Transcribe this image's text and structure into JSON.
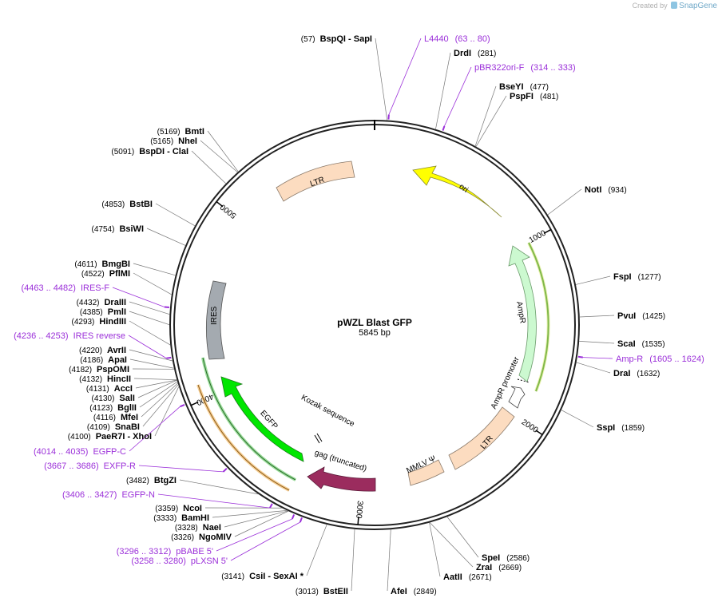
{
  "credit": {
    "prefix": "Created by",
    "brand": "SnapGene"
  },
  "plasmid": {
    "name": "pWZL Blast GFP",
    "length": 5845,
    "length_label": "5845 bp"
  },
  "ticks": [
    "1000",
    "2000",
    "3000",
    "4000",
    "5000"
  ],
  "enzymes": [
    {
      "pos": "(57)",
      "names": "BspQI  -  SapI",
      "bp": 57,
      "side": "L"
    },
    {
      "pos": "(281)",
      "names": "DrdI",
      "bp": 281,
      "side": "R"
    },
    {
      "pos": "(477)",
      "names": "BseYI",
      "bp": 477,
      "side": "R"
    },
    {
      "pos": "(481)",
      "names": "PspFI",
      "bp": 481,
      "side": "R"
    },
    {
      "pos": "(934)",
      "names": "NotI",
      "bp": 934,
      "side": "R"
    },
    {
      "pos": "(1277)",
      "names": "FspI",
      "bp": 1277,
      "side": "R"
    },
    {
      "pos": "(1425)",
      "names": "PvuI",
      "bp": 1425,
      "side": "R"
    },
    {
      "pos": "(1535)",
      "names": "ScaI",
      "bp": 1535,
      "side": "R"
    },
    {
      "pos": "(1632)",
      "names": "DraI",
      "bp": 1632,
      "side": "R"
    },
    {
      "pos": "(1859)",
      "names": "SspI",
      "bp": 1859,
      "side": "R"
    },
    {
      "pos": "(2586)",
      "names": "SpeI",
      "bp": 2586,
      "side": "R"
    },
    {
      "pos": "(2669)",
      "names": "ZraI",
      "bp": 2669,
      "side": "R"
    },
    {
      "pos": "(2671)",
      "names": "AatII",
      "bp": 2671,
      "side": "R"
    },
    {
      "pos": "(2849)",
      "names": "AfeI",
      "bp": 2849,
      "side": "R"
    },
    {
      "pos": "(3013)",
      "names": "BstEII",
      "bp": 3013,
      "side": "L"
    },
    {
      "pos": "(3141)",
      "names": "CsiI  -  SexAI *",
      "bp": 3141,
      "side": "L"
    },
    {
      "pos": "(3326)",
      "names": "NgoMIV",
      "bp": 3326,
      "side": "L"
    },
    {
      "pos": "(3328)",
      "names": "NaeI",
      "bp": 3328,
      "side": "L"
    },
    {
      "pos": "(3333)",
      "names": "BamHI",
      "bp": 3333,
      "side": "L"
    },
    {
      "pos": "(3359)",
      "names": "NcoI",
      "bp": 3359,
      "side": "L"
    },
    {
      "pos": "(3482)",
      "names": "BtgZI",
      "bp": 3482,
      "side": "L"
    },
    {
      "pos": "(4100)",
      "names": "PaeR7I  -  XhoI",
      "bp": 4100,
      "side": "L"
    },
    {
      "pos": "(4109)",
      "names": "SnaBI",
      "bp": 4109,
      "side": "L"
    },
    {
      "pos": "(4116)",
      "names": "MfeI",
      "bp": 4116,
      "side": "L"
    },
    {
      "pos": "(4123)",
      "names": "BglII",
      "bp": 4123,
      "side": "L"
    },
    {
      "pos": "(4130)",
      "names": "SalI",
      "bp": 4130,
      "side": "L"
    },
    {
      "pos": "(4131)",
      "names": "AccI",
      "bp": 4131,
      "side": "L"
    },
    {
      "pos": "(4132)",
      "names": "HincII",
      "bp": 4132,
      "side": "L"
    },
    {
      "pos": "(4182)",
      "names": "PspOMI",
      "bp": 4182,
      "side": "L"
    },
    {
      "pos": "(4186)",
      "names": "ApaI",
      "bp": 4186,
      "side": "L"
    },
    {
      "pos": "(4220)",
      "names": "AvrII",
      "bp": 4220,
      "side": "L"
    },
    {
      "pos": "(4293)",
      "names": "HindIII",
      "bp": 4293,
      "side": "L"
    },
    {
      "pos": "(4385)",
      "names": "PmlI",
      "bp": 4385,
      "side": "L"
    },
    {
      "pos": "(4432)",
      "names": "DraIII",
      "bp": 4432,
      "side": "L"
    },
    {
      "pos": "(4522)",
      "names": "PflMI",
      "bp": 4522,
      "side": "L"
    },
    {
      "pos": "(4611)",
      "names": "BmgBI",
      "bp": 4611,
      "side": "L"
    },
    {
      "pos": "(4754)",
      "names": "BsiWI",
      "bp": 4754,
      "side": "L"
    },
    {
      "pos": "(4853)",
      "names": "BstBI",
      "bp": 4853,
      "side": "L"
    },
    {
      "pos": "(5091)",
      "names": "BspDI  -  ClaI",
      "bp": 5091,
      "side": "L"
    },
    {
      "pos": "(5165)",
      "names": "NheI",
      "bp": 5165,
      "side": "L"
    },
    {
      "pos": "(5169)",
      "names": "BmtI",
      "bp": 5169,
      "side": "L"
    }
  ],
  "primers": [
    {
      "name": "L4440",
      "range": "(63 .. 80)",
      "start": 63,
      "side": "R"
    },
    {
      "name": "pBR322ori-F",
      "range": "(314 .. 333)",
      "start": 314,
      "side": "R"
    },
    {
      "name": "Amp-R",
      "range": "(1605 .. 1624)",
      "start": 1605,
      "side": "R"
    },
    {
      "name": "pLXSN 5'",
      "range": "(3258 .. 3280)",
      "start": 3258,
      "side": "L"
    },
    {
      "name": "pBABE 5'",
      "range": "(3296 .. 3312)",
      "start": 3296,
      "side": "L"
    },
    {
      "name": "EGFP-N",
      "range": "(3406 .. 3427)",
      "start": 3406,
      "side": "L"
    },
    {
      "name": "EXFP-R",
      "range": "(3667 .. 3686)",
      "start": 3667,
      "side": "L"
    },
    {
      "name": "EGFP-C",
      "range": "(4014 .. 4035)",
      "start": 4014,
      "side": "L"
    },
    {
      "name": "IRES reverse",
      "range": "(4236 .. 4253)",
      "start": 4236,
      "side": "L"
    },
    {
      "name": "IRES-F",
      "range": "(4463 .. 4482)",
      "start": 4463,
      "side": "L"
    }
  ],
  "features": [
    {
      "label": "LTR",
      "color": "#fcdcc0"
    },
    {
      "label": "ori",
      "color": "#ffff00"
    },
    {
      "label": "AmpR",
      "color": "#ccf9d0"
    },
    {
      "label": "AmpR promoter",
      "color": "#ffffff"
    },
    {
      "label": "LTR",
      "color": "#fcdcc0"
    },
    {
      "label": "MMLV Ψ",
      "color": "#fcdcc0"
    },
    {
      "label": "gag (truncated)",
      "color": "#9b2c5e"
    },
    {
      "label": "Kozak sequence",
      "color": "#ffffff"
    },
    {
      "label": "EGFP",
      "color": "#00e600"
    },
    {
      "label": "IRES",
      "color": "#a4aab0"
    }
  ],
  "colors": {
    "primer": "#9b30d9",
    "backbone": "#222222"
  }
}
